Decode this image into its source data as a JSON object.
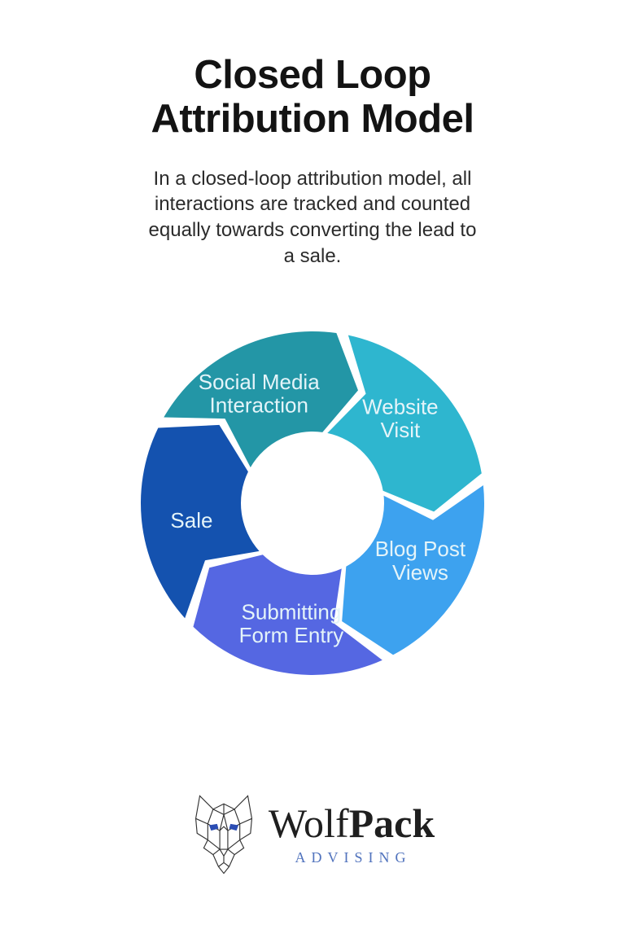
{
  "header": {
    "title_line1": "Closed Loop",
    "title_line2": "Attribution Model",
    "description_line1": "In a closed-loop attribution model, all",
    "description_line2": "interactions are tracked and counted",
    "description_line3": "equally towards converting the lead to",
    "description_line4": "a sale."
  },
  "chart_data": {
    "type": "cycle",
    "title": "Closed Loop Attribution Model",
    "direction": "clockwise",
    "start_angle_deg": -62,
    "label_color": "#e4f4f9",
    "gap_color": "#ffffff",
    "stages": [
      {
        "label": "Social Media Interaction",
        "lines": [
          "Social Media",
          "Interaction"
        ],
        "color": "#2396a6"
      },
      {
        "label": "Website Visit",
        "lines": [
          "Website",
          "Visit"
        ],
        "color": "#2eb6cf"
      },
      {
        "label": "Blog Post Views",
        "lines": [
          "Blog Post",
          "Views"
        ],
        "color": "#3da2ef"
      },
      {
        "label": "Submitting Form Entry",
        "lines": [
          "Submitting",
          "Form Entry"
        ],
        "color": "#5567e2"
      },
      {
        "label": "Sale",
        "lines": [
          "Sale"
        ],
        "color": "#1452af"
      }
    ]
  },
  "footer": {
    "brand_regular": "Wolf",
    "brand_bold": "Pack",
    "brand_sub": "ADVISING",
    "brand_sub_color": "#5173bd",
    "wolf_line_color": "#333333",
    "wolf_eye_color": "#2b4db3"
  }
}
